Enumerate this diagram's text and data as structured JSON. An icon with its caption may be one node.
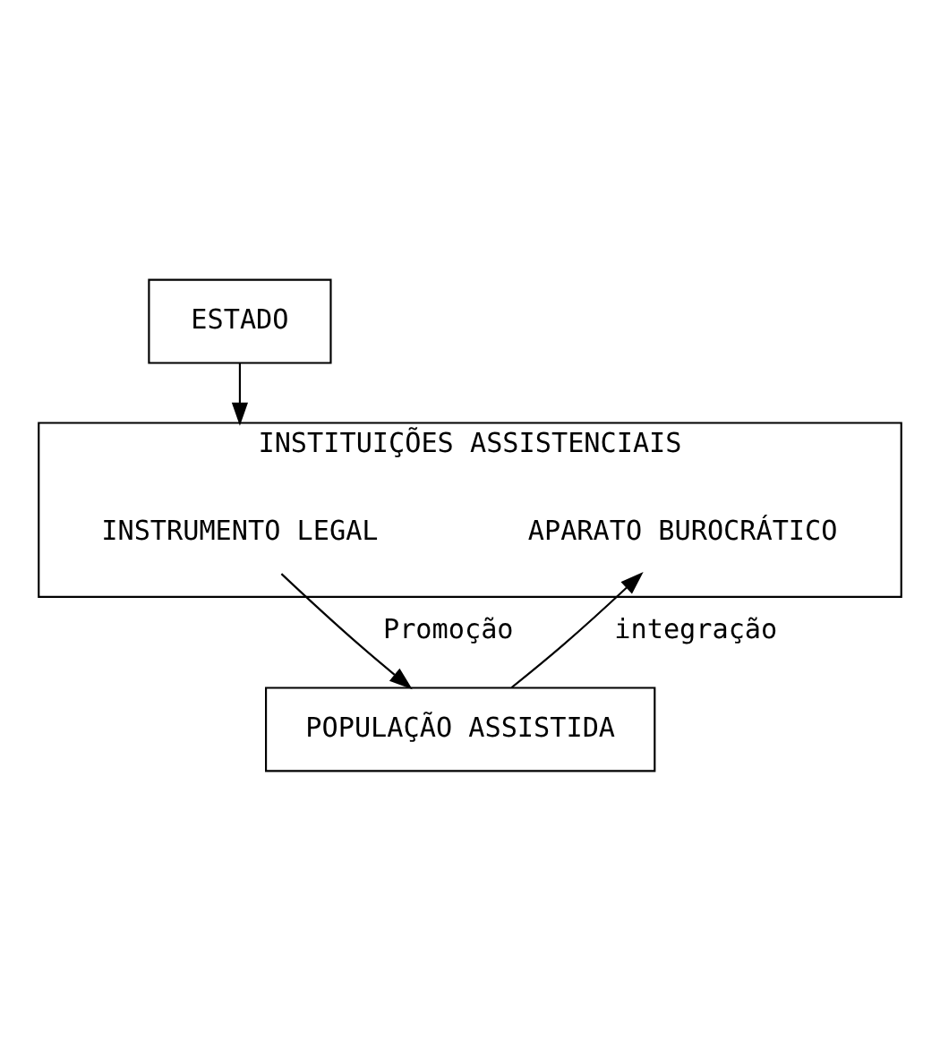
{
  "diagram": {
    "nodes": [
      {
        "text": [
          "ESTADO"
        ]
      },
      {
        "text": [
          "INSTITUIÇÕES ASSISTENCIAIS"
        ]
      },
      {
        "text": [
          "INSTRUMENTO LEGAL"
        ],
        "in": 1
      },
      {
        "text": [
          "APARATO BUROCRÁTICO"
        ],
        "in": 1
      },
      {
        "text": [
          "POPULAÇÃO ASSISTIDA"
        ]
      }
    ],
    "edges": [
      {
        "from": 0,
        "to": 1,
        "arrow": "to"
      },
      {
        "from": 2,
        "to": 4,
        "arrow": "to",
        "label": "Promoção"
      },
      {
        "from": 4,
        "to": 3,
        "arrow": "to",
        "label": "integração"
      }
    ]
  }
}
